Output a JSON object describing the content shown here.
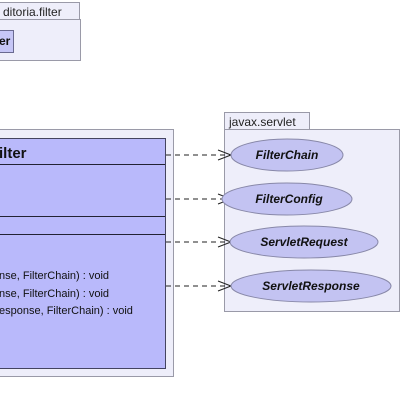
{
  "packages": {
    "top": {
      "label": "ditoria.filter",
      "class_name": "er"
    },
    "servlet": {
      "label": "javax.servlet"
    }
  },
  "main_class": {
    "title": "ilter",
    "operations": [
      "nse, FilterChain) : void",
      "nse, FilterChain) : void",
      "esponse, FilterChain) : void"
    ]
  },
  "interfaces": [
    {
      "name": "FilterChain"
    },
    {
      "name": "FilterConfig"
    },
    {
      "name": "ServletRequest"
    },
    {
      "name": "ServletResponse"
    }
  ]
}
